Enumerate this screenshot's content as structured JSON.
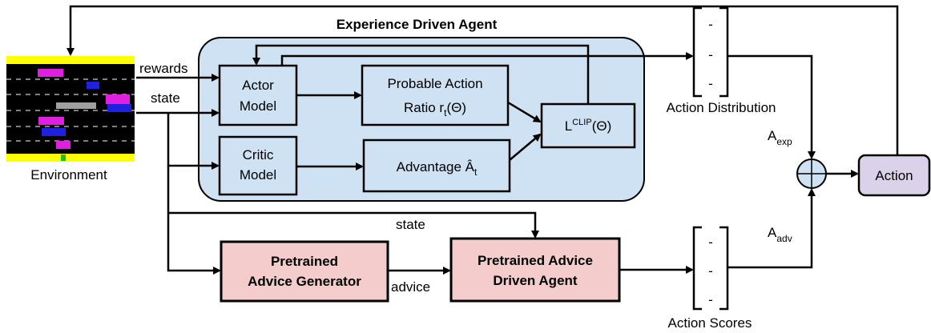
{
  "title": "Experience Driven Agent",
  "environment": {
    "label": "Environment"
  },
  "edge_labels": {
    "rewards": "rewards",
    "state_top": "state",
    "state_bottom": "state",
    "advice": "advice"
  },
  "actor_model": {
    "line1": "Actor",
    "line2": "Model"
  },
  "critic_model": {
    "line1": "Critic",
    "line2": "Model"
  },
  "probable_action": {
    "line1": "Probable Action",
    "line2_prefix": "Ratio r",
    "line2_sub": "t",
    "line2_suffix": "(Θ)"
  },
  "advantage": {
    "prefix": "Advantage Â",
    "sub": "t"
  },
  "lclip": {
    "base": "L",
    "sup": "CLIP",
    "suffix": "(Θ)"
  },
  "action_distribution": {
    "label": "Action Distribution",
    "entries": [
      "-",
      "-",
      "-"
    ]
  },
  "action_scores": {
    "label": "Action Scores",
    "entries": [
      "-",
      "-",
      "-"
    ]
  },
  "a_exp": {
    "base": "A",
    "sub": "exp"
  },
  "a_adv": {
    "base": "A",
    "sub": "adv"
  },
  "action": {
    "label": "Action"
  },
  "advice_generator": {
    "line1": "Pretrained",
    "line2": "Advice Generator"
  },
  "advice_agent": {
    "line1": "Pretrained Advice",
    "line2": "Driven Agent"
  },
  "colors": {
    "agent_fill": "#cfe2f3",
    "pink_fill": "#f4cccc",
    "action_fill": "#d9d2e9",
    "road": "#000000",
    "road_border": "#ffff00",
    "car_magenta": "#e020e0",
    "car_blue": "#2020e0",
    "car_gray": "#a0a0a0",
    "frog": "#20c020"
  }
}
